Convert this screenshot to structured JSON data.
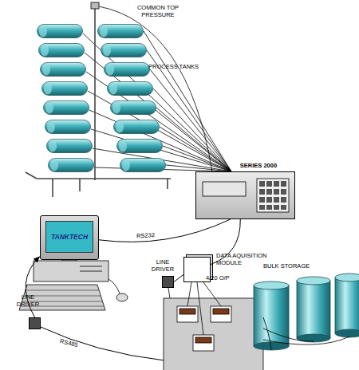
{
  "diagram": {
    "nodes": [
      {
        "text": [
          "SERIES 2000"
        ]
      },
      {
        "text": [
          "TANKTECH"
        ]
      },
      {
        "text": [
          "DATA AQUISITION MODULE"
        ]
      },
      {
        "text": [
          "LINE DRIVER"
        ]
      },
      {
        "text": [
          "LINE DRIVER"
        ]
      }
    ],
    "edges": [
      {
        "from": 1,
        "to": 0,
        "label": "RS232",
        "arrow": "none"
      },
      {
        "from": 0,
        "to": 2,
        "arrow": "none"
      },
      {
        "from": 3,
        "to": 2,
        "arrow": "none"
      },
      {
        "from": 4,
        "to": 1,
        "arrow": "to"
      }
    ],
    "labels": [
      "COMMON TOP PRESSURE",
      "PROCESS TANKS",
      "RS485",
      "4/20 O/P",
      "BULK STORAGE"
    ]
  }
}
